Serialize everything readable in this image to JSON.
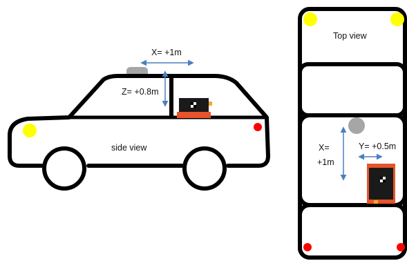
{
  "side_view": {
    "label": "side view",
    "x_offset_label": "X= +1m",
    "z_offset_label": "Z= +0.8m"
  },
  "top_view": {
    "label": "Top view",
    "x_offset_label_line1": "X=",
    "x_offset_label_line2": "+1m",
    "y_offset_label": "Y= +0.5m"
  },
  "colors": {
    "outline": "#000000",
    "headlight": "#ffff00",
    "taillight": "#ff0000",
    "arrow": "#4a7fc1",
    "sensor_dome": "#a6a6a6",
    "sensor_box": "#1a1a1a",
    "sensor_base": "#e8542a"
  }
}
